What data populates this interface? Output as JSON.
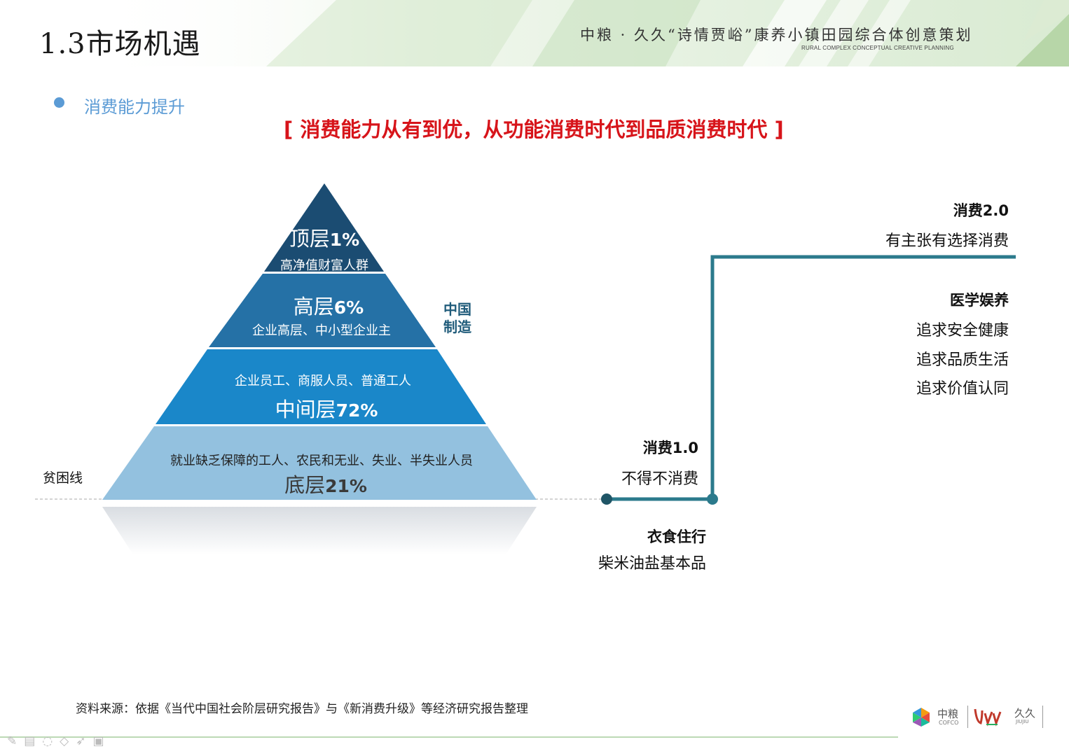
{
  "header": {
    "slide_title": "1.3市场机遇",
    "project_title": "中粮 · 久久“诗情贾峪”康养小镇田园综合体创意策划",
    "project_subtitle": "RURAL COMPLEX CONCEPTUAL CREATIVE PLANNING"
  },
  "section": {
    "bullet": "消费能力提升",
    "headline": "[ 消费能力从有到优，从功能消费时代到品质消费时代 ]"
  },
  "pyramid": {
    "tiers": [
      {
        "name": "顶层",
        "pct": "1%",
        "desc": "高净值财富人群",
        "color": "#1b4c72"
      },
      {
        "name": "高层",
        "pct": "6%",
        "desc": "企业高层、中小型企业主",
        "color": "#2571a6"
      },
      {
        "name": "中间层",
        "pct": "72%",
        "desc": "企业员工、商服人员、普通工人",
        "color": "#1a87c9"
      },
      {
        "name": "底层",
        "pct": "21%",
        "desc": "就业缺乏保障的工人、农民和无业、失业、半失业人员",
        "color": "#93c1df"
      }
    ],
    "side_label": [
      "中国",
      "制造"
    ],
    "poverty_line": "贫困线"
  },
  "consumption": {
    "base": {
      "title": "衣食住行",
      "desc": "柴米油盐基本品"
    },
    "v1": {
      "title": "消费1.0",
      "desc": "不得不消费"
    },
    "v2": {
      "title": "消费2.0",
      "desc": "有主张有选择消费"
    },
    "medical": {
      "title": "医学娱养",
      "items": [
        "追求安全健康",
        "追求品质生活",
        "追求价值认同"
      ]
    },
    "line_color": "#2b7a8c"
  },
  "footer": {
    "source": "资料来源：依据《当代中国社会阶层研究报告》与《新消费升级》等经济研究报告整理",
    "logo_cofco": "中粮",
    "logo_cofco_sub": "COFCO",
    "logo_jiujiu": "久久",
    "logo_jiujiu_sub": "JIUJIU",
    "tools": [
      "pen-icon",
      "note-icon",
      "lasso-icon",
      "eraser-icon",
      "pointer-icon",
      "camera-icon"
    ]
  }
}
